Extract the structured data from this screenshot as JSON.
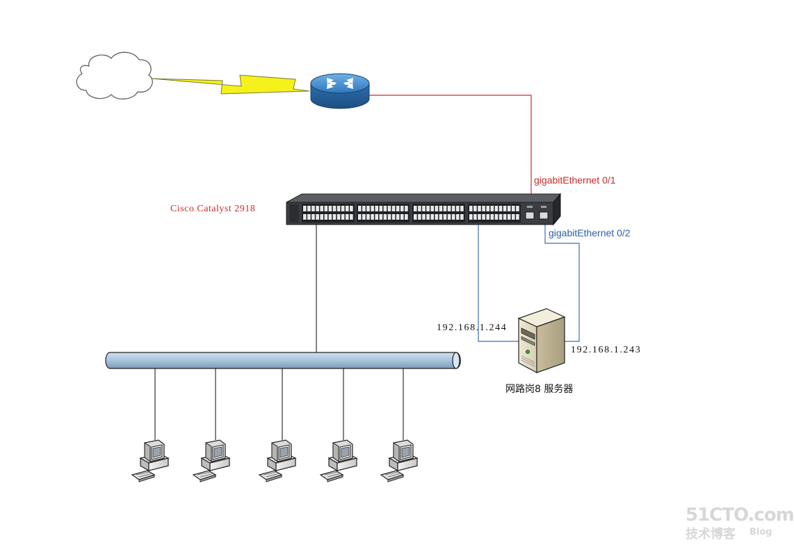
{
  "labels": {
    "switch_model": "Cisco Catalyst 2918",
    "port_g01": "gigabitEthernet 0/1",
    "port_g02": "gigabitEthernet 0/2",
    "ip_left": "192.168.1.244",
    "ip_right": "192.168.1.243",
    "server_name": "网路岗8 服务器"
  },
  "watermark": {
    "site": "51CTO.com",
    "blog_cn": "技术博客",
    "blog_en": "Blog"
  },
  "colors": {
    "wan_link": "#cc2a2a",
    "server_link": "#3a6fb0",
    "lan_link": "#333333",
    "label_red": "#cc2a2a",
    "label_blue": "#2a5ea8",
    "bus_fill": "#a9c3dc",
    "router_fill": "#3d86c6",
    "lightning_fill": "#f5f11a"
  },
  "icons": {
    "cloud": "cloud-icon",
    "router": "router-icon",
    "switch": "switch-icon",
    "server": "server-icon",
    "workstation": "desktop-computer-icon"
  }
}
